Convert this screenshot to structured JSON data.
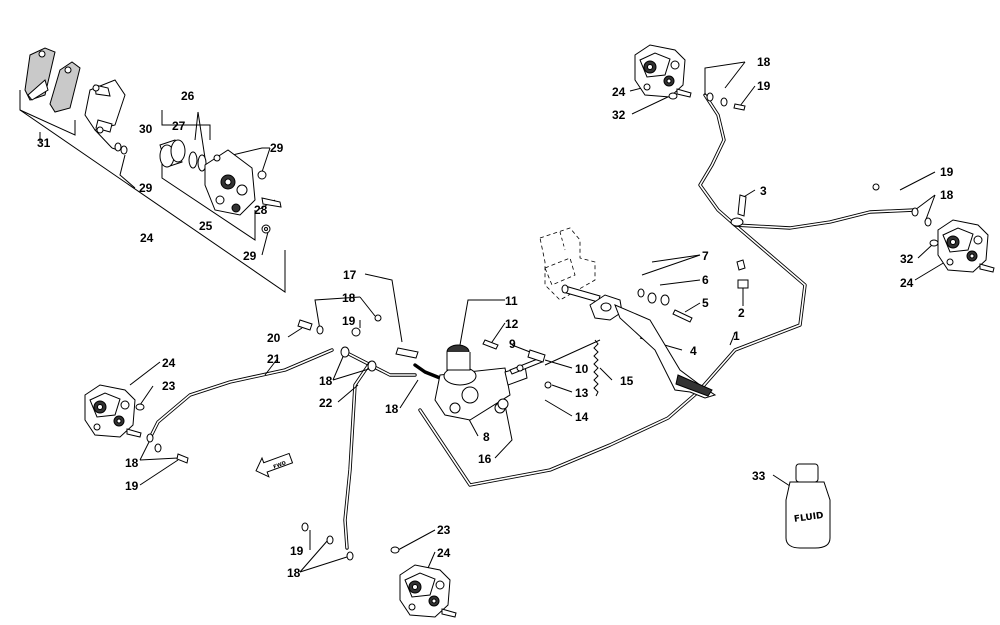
{
  "diagram": {
    "callouts": {
      "c1": "1",
      "c2": "2",
      "c3": "3",
      "c4": "4",
      "c5": "5",
      "c6": "6",
      "c7": "7",
      "c8": "8",
      "c9": "9",
      "c10": "10",
      "c11": "11",
      "c12": "12",
      "c13": "13",
      "c14": "14",
      "c15": "15",
      "c16": "16",
      "c17": "17",
      "c18a": "18",
      "c18b": "18",
      "c18c": "18",
      "c18d": "18",
      "c18e": "18",
      "c18f": "18",
      "c18g": "18",
      "c19a": "19",
      "c19b": "19",
      "c19c": "19",
      "c19d": "19",
      "c19e": "19",
      "c20": "20",
      "c21": "21",
      "c22": "22",
      "c23a": "23",
      "c23b": "23",
      "c24a": "24",
      "c24b": "24",
      "c24c": "24",
      "c24d": "24",
      "c24e": "24",
      "c25": "25",
      "c26": "26",
      "c27": "27",
      "c28": "28",
      "c29a": "29",
      "c29b": "29",
      "c29c": "29",
      "c30": "30",
      "c31": "31",
      "c32a": "32",
      "c32b": "32",
      "c33": "33"
    },
    "bottle_label": "FLUID",
    "forward_label": "FWD"
  }
}
